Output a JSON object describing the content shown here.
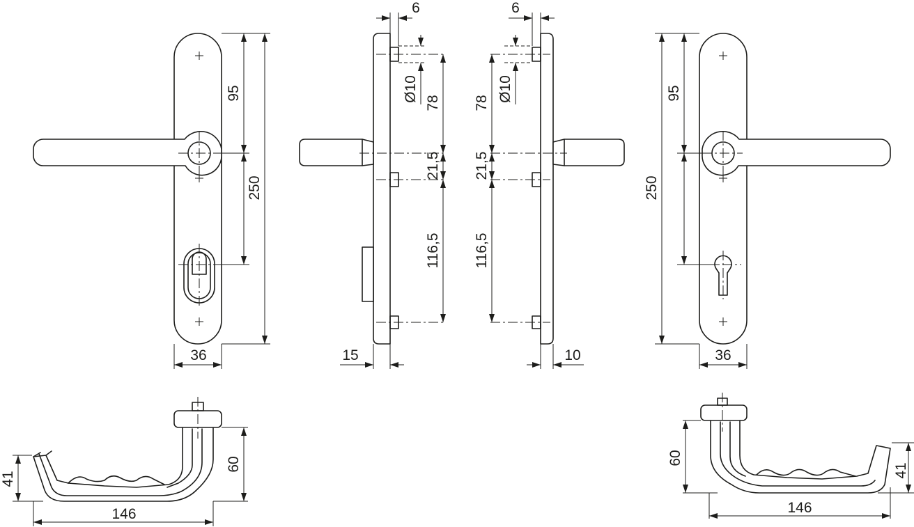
{
  "colors": {
    "line": "#1d1d1b",
    "background": "#ffffff"
  },
  "front_left": {
    "dim_95": "95",
    "dim_250": "250",
    "dim_36": "36"
  },
  "side_left": {
    "dim_6": "6",
    "dim_diam": "Ø10",
    "dim_78": "78",
    "dim_21": "21,5",
    "dim_116": "116,5",
    "dim_15": "15"
  },
  "side_right": {
    "dim_6": "6",
    "dim_diam": "Ø10",
    "dim_78": "78",
    "dim_21": "21,5",
    "dim_116": "116,5",
    "dim_10": "10"
  },
  "front_right": {
    "dim_95": "95",
    "dim_250": "250",
    "dim_36": "36"
  },
  "handle_left": {
    "dim_41": "41",
    "dim_60": "60",
    "dim_146": "146"
  },
  "handle_right": {
    "dim_60": "60",
    "dim_41": "41",
    "dim_146": "146"
  }
}
